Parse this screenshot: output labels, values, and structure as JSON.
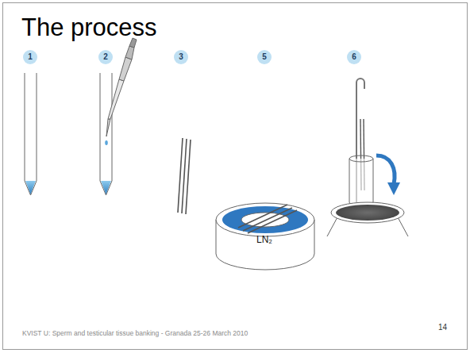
{
  "diagram": {
    "title": "The process",
    "nodes": [
      {
        "text": [
          "1"
        ]
      },
      {
        "text": [
          "2"
        ]
      },
      {
        "text": [
          "3"
        ]
      },
      {
        "text": [
          "5"
        ]
      },
      {
        "text": [
          "6"
        ]
      }
    ],
    "labels": [
      "LN₂",
      "KVIST U: Sperm and testicular tissue banking - Granada 25-26 March 2010",
      "14"
    ]
  }
}
